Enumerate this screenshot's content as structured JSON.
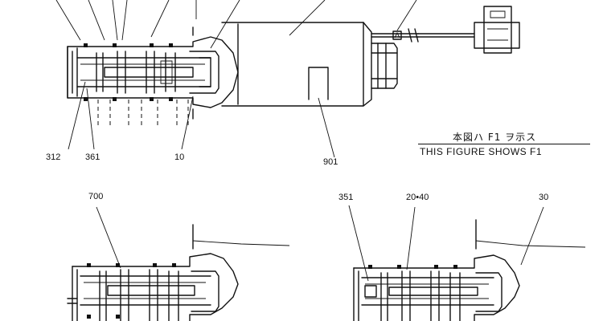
{
  "note": {
    "japanese": "本図ハ F1 ヲ示ス",
    "english": "THIS FIGURE SHOWS   F1"
  },
  "callouts": {
    "c312": "312",
    "c361": "361",
    "c10": "10",
    "c901": "901",
    "c700": "700",
    "c351": "351",
    "c20_40": "20•40",
    "c30": "30"
  }
}
